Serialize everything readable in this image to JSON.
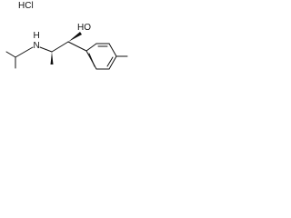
{
  "molecule": {
    "salt": "HCl",
    "hydroxyl": "HO",
    "amine_h": "H",
    "amine_n": "N"
  },
  "colors": {
    "ink": "#111111",
    "background": "#ffffff"
  }
}
